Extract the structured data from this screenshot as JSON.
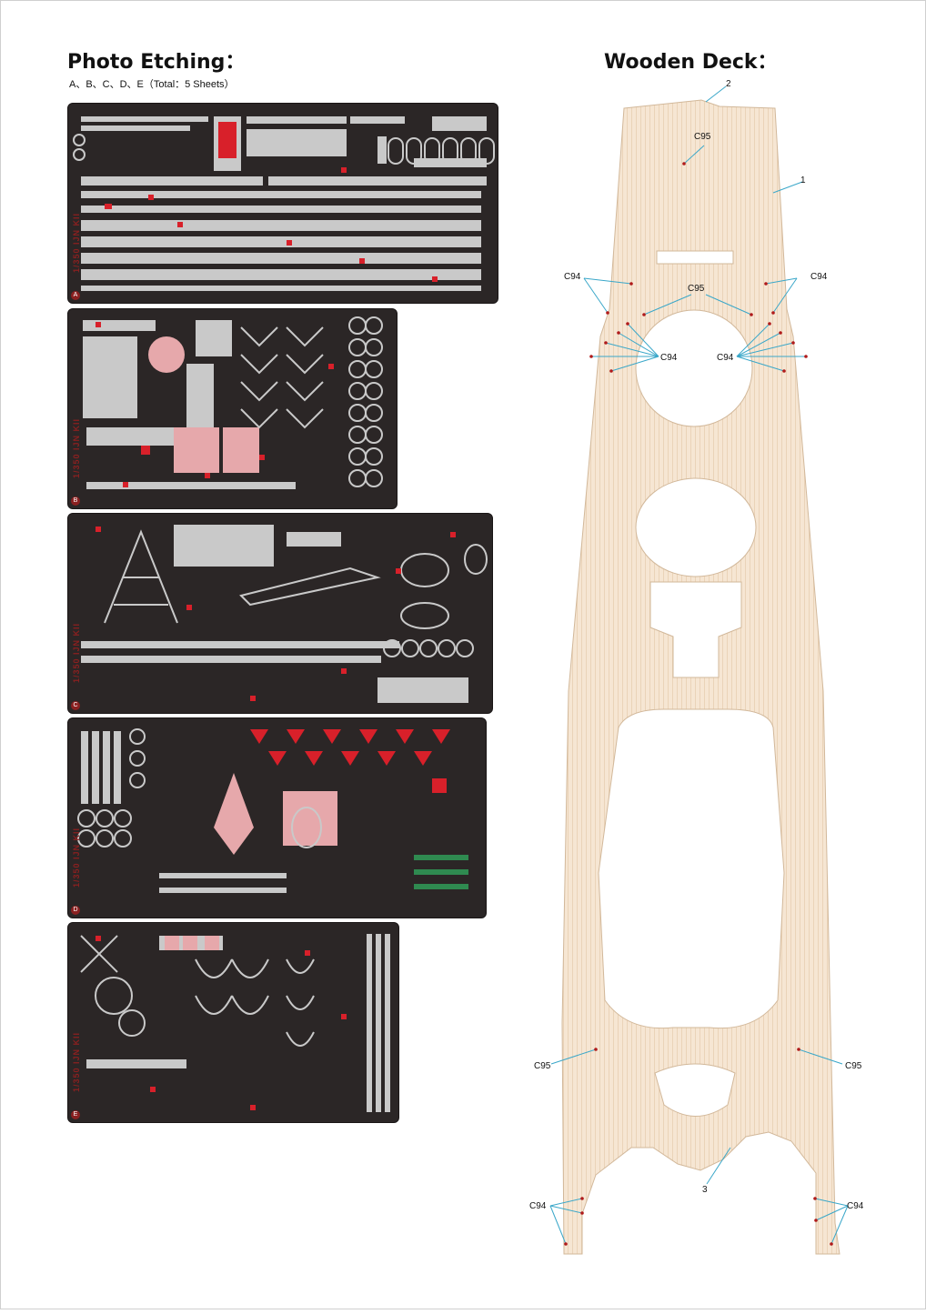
{
  "left": {
    "title": "Photo Etching：",
    "subtitle": "A、B、C、D、E（Total：5 Sheets）",
    "sheets": [
      {
        "letter": "A",
        "label": "1/350 IJN KII"
      },
      {
        "letter": "B",
        "label": "1/350 IJN KII"
      },
      {
        "letter": "C",
        "label": "1/350 IJN KII"
      },
      {
        "letter": "D",
        "label": "1/350 IJN KII"
      },
      {
        "letter": "E",
        "label": "1/350 IJN KII"
      }
    ]
  },
  "right": {
    "title": "Wooden Deck：",
    "callouts": {
      "n1": "1",
      "n2": "2",
      "n3": "3",
      "c95_top": "C95",
      "c95_mid": "C95",
      "c94_ul": "C94",
      "c94_ur": "C94",
      "c94_ml": "C94",
      "c94_mr": "C94",
      "c95_ll": "C95",
      "c95_lr": "C95",
      "c94_bl": "C94",
      "c94_br": "C94"
    }
  },
  "colors": {
    "sheet_bg": "#2b2626",
    "part_metal": "#c9c9c9",
    "part_red": "#d8202a",
    "deck_wood": "#f6e6d3",
    "leader_line": "#3aa7c9",
    "callout_dot": "#b01a1a"
  }
}
